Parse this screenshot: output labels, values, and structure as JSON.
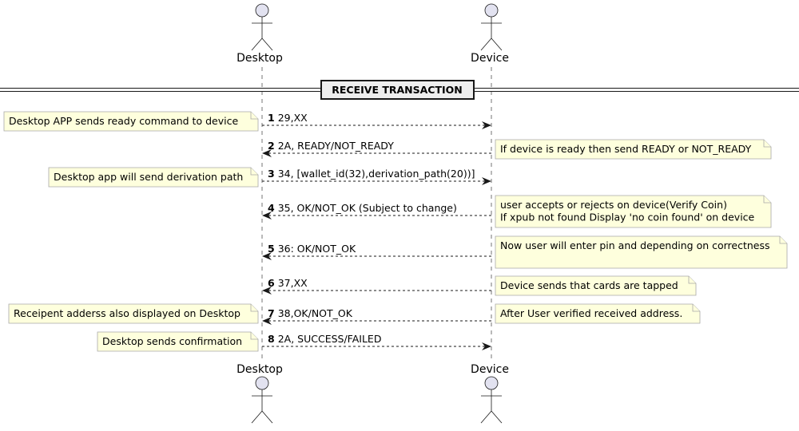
{
  "participants": {
    "desktop": {
      "label": "Desktop"
    },
    "device": {
      "label": "Device"
    }
  },
  "divider": {
    "label": "RECEIVE TRANSACTION"
  },
  "messages": [
    {
      "num": "1",
      "text": "29,XX",
      "direction": "desktop-to-device"
    },
    {
      "num": "2",
      "text": "2A, READY/NOT_READY",
      "direction": "device-to-desktop"
    },
    {
      "num": "3",
      "text": "34, [wallet_id(32),derivation_path(20))]",
      "direction": "desktop-to-device"
    },
    {
      "num": "4",
      "text": "35, OK/NOT_OK (Subject to change)",
      "direction": "device-to-desktop"
    },
    {
      "num": "5",
      "text": "36: OK/NOT_OK",
      "direction": "device-to-desktop"
    },
    {
      "num": "6",
      "text": "37,XX",
      "direction": "device-to-desktop"
    },
    {
      "num": "7",
      "text": "38,OK/NOT_OK",
      "direction": "device-to-desktop"
    },
    {
      "num": "8",
      "text": "2A, SUCCESS/FAILED",
      "direction": "desktop-to-device"
    }
  ],
  "notes": [
    {
      "lines": [
        "Desktop APP sends ready command to device"
      ],
      "side": "left"
    },
    {
      "lines": [
        "If device is ready then send READY or NOT_READY"
      ],
      "side": "right"
    },
    {
      "lines": [
        "Desktop app will send derivation path"
      ],
      "side": "left"
    },
    {
      "lines": [
        "user accepts or rejects on device(Verify Coin)",
        "If xpub not found Display 'no coin found' on device"
      ],
      "side": "right"
    },
    {
      "lines": [
        "Now user will enter pin and depending on correctness",
        ""
      ],
      "side": "right"
    },
    {
      "lines": [
        "Device sends that cards are tapped"
      ],
      "side": "right"
    },
    {
      "lines": [
        "Receipent adderss also displayed on Desktop"
      ],
      "side": "left"
    },
    {
      "lines": [
        "After User verified received address."
      ],
      "side": "right"
    },
    {
      "lines": [
        "Desktop sends confirmation"
      ],
      "side": "left"
    }
  ],
  "colors": {
    "note_fill": "#FEFFDD",
    "note_border": "#A8A8A8",
    "actor_fill": "#E2E2F0",
    "line": "#181818"
  }
}
